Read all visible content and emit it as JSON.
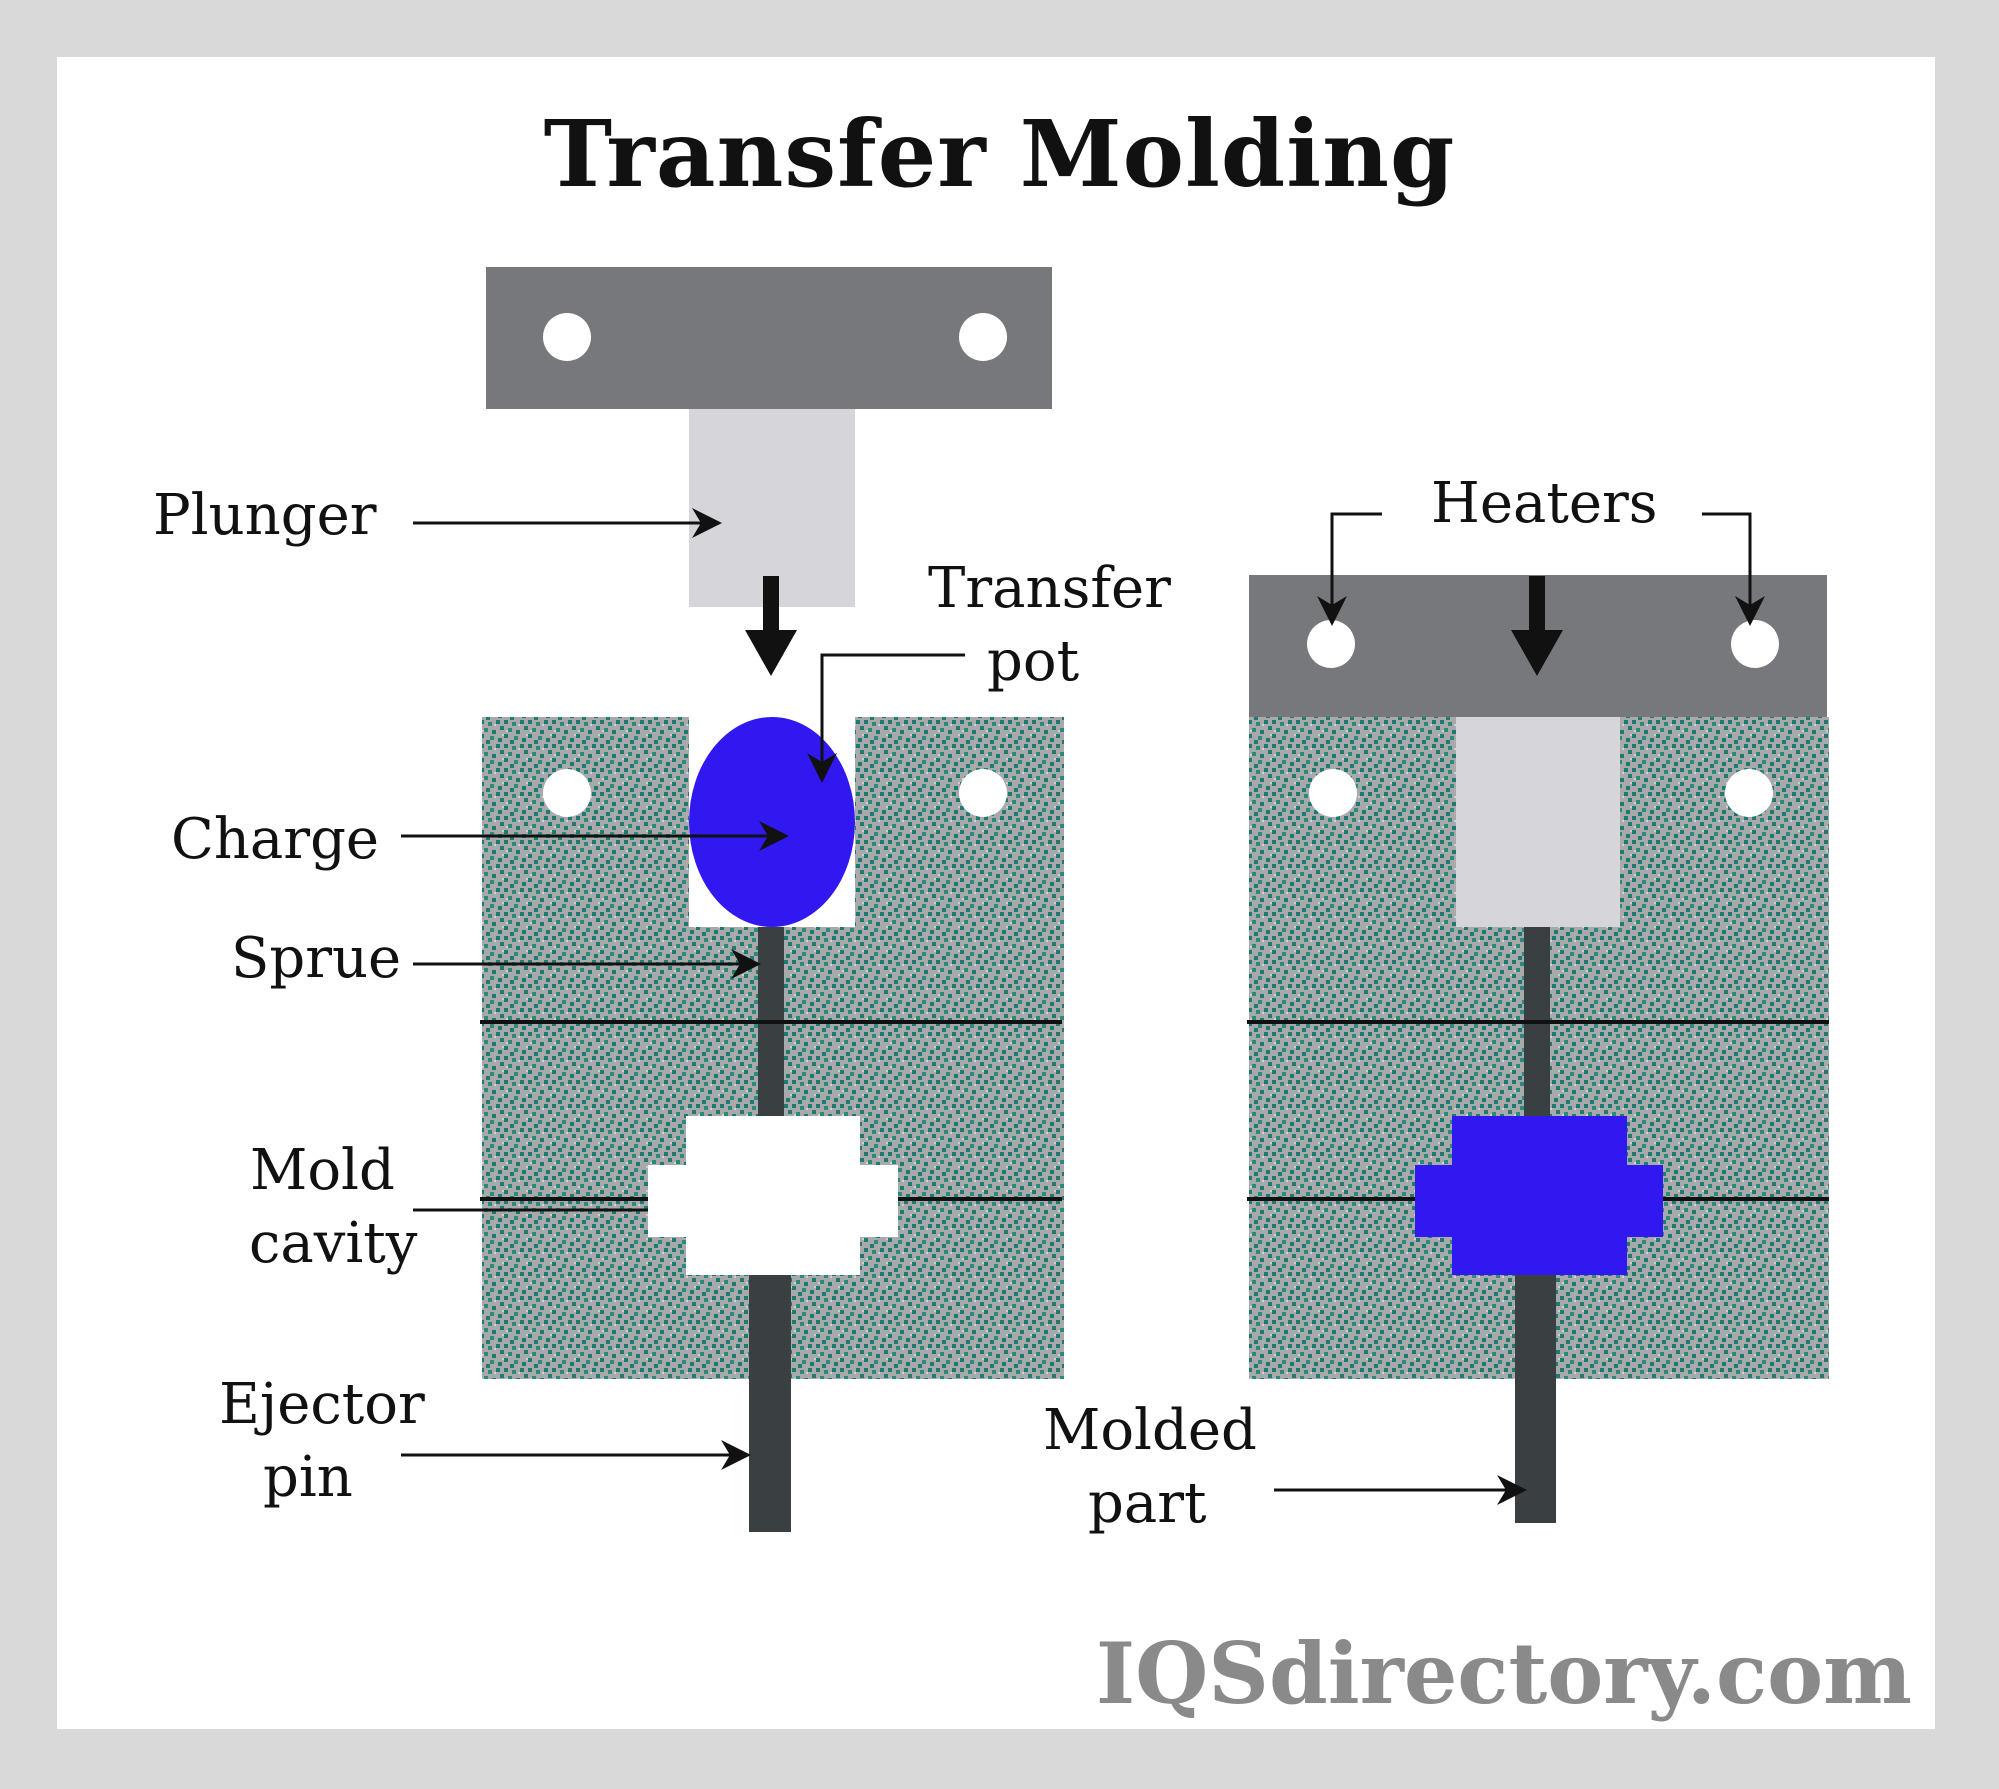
{
  "title": "Transfer Molding",
  "labels": {
    "plunger": "Plunger",
    "transfer_pot_line1": "Transfer",
    "transfer_pot_line2": "pot",
    "charge": "Charge",
    "sprue": "Sprue",
    "mold_cavity_line1": "Mold",
    "mold_cavity_line2": "cavity",
    "ejector_pin_line1": "Ejector",
    "ejector_pin_line2": "pin",
    "heaters": "Heaters",
    "molded_part_line1": "Molded",
    "molded_part_line2": "part"
  },
  "watermark": "IQSdirectory.com",
  "colors": {
    "frame": "#d9d9d9",
    "press_plate": "#77787b",
    "plunger": "#d5d5da",
    "mold_base": "#a7aaa9",
    "mold_speckle": "#1f7a73",
    "charge": "#3218f0",
    "pin": "#3a3f42",
    "text": "#111111"
  }
}
